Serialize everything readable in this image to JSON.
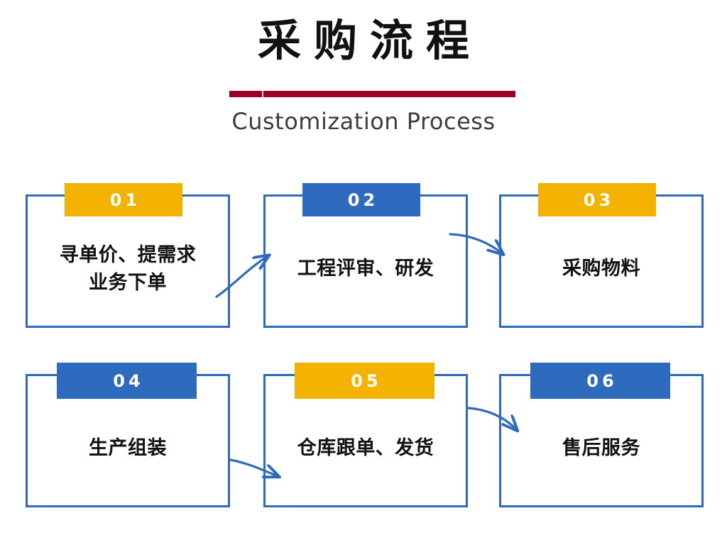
{
  "header": {
    "title_cn": "采购流程",
    "subtitle_en": "Customization Process",
    "rule_color": "#9b0026"
  },
  "theme": {
    "amber": "#f5b301",
    "blue": "#2e6bbe",
    "arrow": "#2e6bbe",
    "text": "#111111",
    "background": "#ffffff"
  },
  "steps": [
    {
      "number": "01",
      "badge_color": "#f5b301",
      "label": "寻单价、提需求\n业务下单",
      "line1": "寻单价、提需求",
      "line2": "业务下单"
    },
    {
      "number": "02",
      "badge_color": "#2e6bbe",
      "label": "工程评审、研发",
      "line1": "工程评审、研发",
      "line2": ""
    },
    {
      "number": "03",
      "badge_color": "#f5b301",
      "label": "采购物料",
      "line1": "采购物料",
      "line2": ""
    },
    {
      "number": "04",
      "badge_color": "#2e6bbe",
      "label": "生产组装",
      "line1": "生产组装",
      "line2": ""
    },
    {
      "number": "05",
      "badge_color": "#f5b301",
      "label": "仓库跟单、发货",
      "line1": "仓库跟单、发货",
      "line2": ""
    },
    {
      "number": "06",
      "badge_color": "#2e6bbe",
      "label": "售后服务",
      "line1": "售后服务",
      "line2": ""
    }
  ],
  "connectors": [
    {
      "name": "arrow-01-to-02",
      "from": "01",
      "to": "02",
      "direction": "up-right"
    },
    {
      "name": "arrow-02-to-03",
      "from": "02",
      "to": "03",
      "direction": "down-right"
    },
    {
      "name": "arrow-04-to-05",
      "from": "04",
      "to": "05",
      "direction": "down-right"
    },
    {
      "name": "arrow-05-to-06",
      "from": "05",
      "to": "06",
      "direction": "down-right"
    }
  ]
}
